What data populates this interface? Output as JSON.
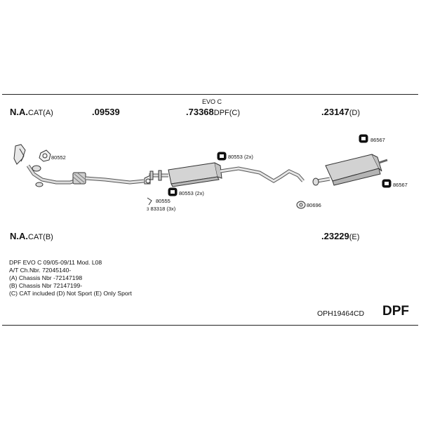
{
  "header": {
    "left_label_prefix": "N.A.",
    "left_label_suffix": "CAT(A)",
    "part_09539": ".09539",
    "part_73368": ".73368",
    "part_73368_suffix": "DPF(C)",
    "part_73368_group": "EVO C",
    "part_23147": ".23147",
    "part_23147_suffix": "(D)"
  },
  "lower": {
    "left_label_prefix": "N.A.",
    "left_label_suffix": "CAT(B)",
    "part_23229": ".23229",
    "part_23229_suffix": "(E)"
  },
  "hardware": {
    "h80552": "80552",
    "h80555": "80555",
    "h83318": "83318 (3x)",
    "h83318_prefix": "3",
    "h80553a": "80553 (2x)",
    "h80553b": "80553 (2x)",
    "h80696": "80696",
    "h86567a": "86567",
    "h86567b": "86567"
  },
  "notes": {
    "line1": "DPF EVO C   09/05-09/11   Mod. L08",
    "line2": "A/T   Ch.Nbr. 72045140-",
    "line3": "(A) Chassis Nbr -72147198",
    "line4": "(B) Chassis Nbr 72147199-",
    "line5": "(C) CAT included (D) Not Sport (E) Only Sport"
  },
  "footer": {
    "code": "OPH19464CD",
    "type": "DPF"
  }
}
